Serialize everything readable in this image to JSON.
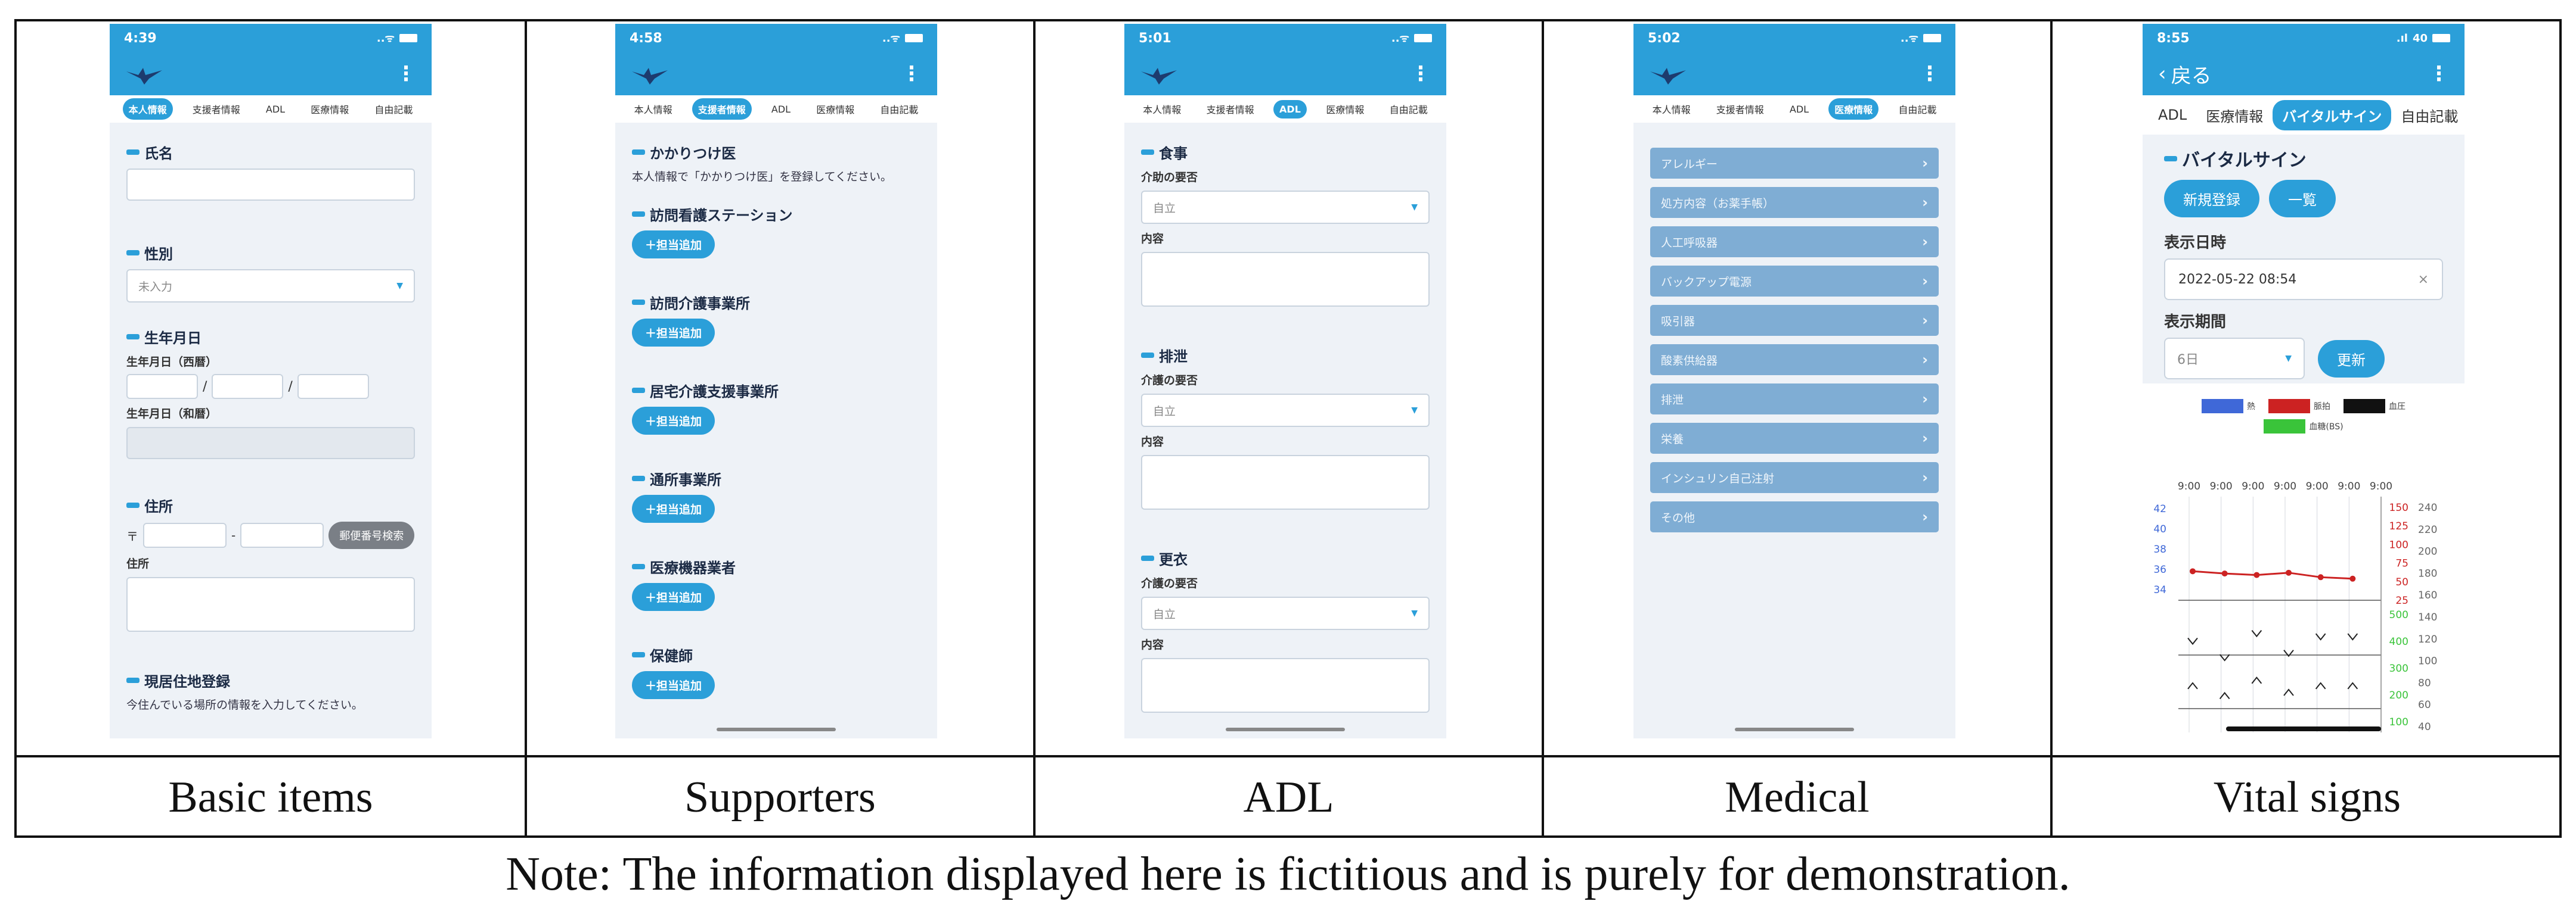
{
  "panels": [
    {
      "caption": "Basic items",
      "time": "4:39",
      "tabs": [
        "本人情報",
        "支援者情報",
        "ADL",
        "医療情報",
        "自由記載"
      ],
      "active_tab": 0,
      "sections": {
        "name": "氏名",
        "gender": "性別",
        "gender_placeholder": "未入力",
        "birth": "生年月日",
        "birth_western": "生年月日（西暦）",
        "birth_japanese": "生年月日（和暦）",
        "address": "住所",
        "zip_prefix": "〒",
        "zip_dash": "-",
        "zip_search": "郵便番号検索",
        "address_label": "住所",
        "current_location": "現居住地登録",
        "current_location_hint": "今住んでいる場所の情報を入力してください。"
      }
    },
    {
      "caption": "Supporters",
      "time": "4:58",
      "tabs": [
        "本人情報",
        "支援者情報",
        "ADL",
        "医療情報",
        "自由記載"
      ],
      "active_tab": 1,
      "sections": {
        "family_doctor": "かかりつけ医",
        "family_doctor_hint": "本人情報で「かかりつけ医」を登録してください。",
        "nursing_station": "訪問看護ステーション",
        "home_care": "訪問介護事業所",
        "care_support": "居宅介護支援事業所",
        "day_service": "通所事業所",
        "medical_equipment": "医療機器業者",
        "public_health_nurse": "保健師",
        "add_label": "＋担当追加"
      }
    },
    {
      "caption": "ADL",
      "time": "5:01",
      "tabs": [
        "本人情報",
        "支援者情報",
        "ADL",
        "医療情報",
        "自由記載"
      ],
      "active_tab": 2,
      "sections": {
        "meal": "食事",
        "meal_need": "介助の要否",
        "meal_value": "自立",
        "meal_detail": "内容",
        "excretion": "排泄",
        "excretion_need": "介護の要否",
        "excretion_value": "自立",
        "excretion_detail": "内容",
        "dressing": "更衣",
        "dressing_need": "介護の要否",
        "dressing_value": "自立",
        "dressing_detail": "内容"
      }
    },
    {
      "caption": "Medical",
      "time": "5:02",
      "tabs": [
        "本人情報",
        "支援者情報",
        "ADL",
        "医療情報",
        "自由記載"
      ],
      "active_tab": 3,
      "menu": [
        "アレルギー",
        "処方内容（お薬手帳）",
        "人工呼吸器",
        "バックアップ電源",
        "吸引器",
        "酸素供給器",
        "排泄",
        "栄養",
        "インシュリン自己注射",
        "その他"
      ]
    },
    {
      "caption": "Vital signs",
      "time": "8:55",
      "status_right": "40",
      "back_label": "戻る",
      "tabs": [
        "ADL",
        "医療情報",
        "バイタルサイン",
        "自由記載"
      ],
      "active_tab": 2,
      "title": "バイタルサイン",
      "new_button": "新規登録",
      "list_button": "一覧",
      "display_date_label": "表示日時",
      "display_date_value": "2022-05-22 08:54",
      "clear_icon": "×",
      "display_period_label": "表示期間",
      "period_value": "6日",
      "update_button": "更新",
      "legend": [
        {
          "name": "熱",
          "color": "#3f68d8"
        },
        {
          "name": "脈拍",
          "color": "#cc2222"
        },
        {
          "name": "血圧",
          "color": "#111111"
        },
        {
          "name": "血糖(BS)",
          "color": "#3ac43a"
        }
      ],
      "chart_data": {
        "type": "line",
        "x": [
          "9:00",
          "9:00",
          "9:00",
          "9:00",
          "9:00",
          "9:00",
          "9:00"
        ],
        "left_axis_ticks": [
          42,
          40,
          38,
          36,
          34
        ],
        "pulse_axis_ticks": [
          150,
          125,
          100,
          75,
          50,
          25
        ],
        "bs_axis_ticks": [
          500,
          400,
          300,
          200,
          100
        ],
        "bp_axis_ticks": [
          240,
          220,
          200,
          180,
          160,
          140,
          120,
          100,
          80,
          60,
          40
        ],
        "series": [
          {
            "name": "脈拍",
            "values": [
              64,
              61,
              59,
              62,
              56,
              54
            ]
          }
        ],
        "bp_high_markers": [
          118,
          103,
          125,
          107,
          122,
          122
        ],
        "bp_low_markers": [
          77,
          68,
          82,
          71,
          77,
          77
        ]
      }
    }
  ],
  "note": "Note: The information displayed here is fictitious and is purely for demonstration.",
  "colors": {
    "primary": "#2b9fd9",
    "menu": "#7fadd4",
    "background": "#eef2f7"
  }
}
